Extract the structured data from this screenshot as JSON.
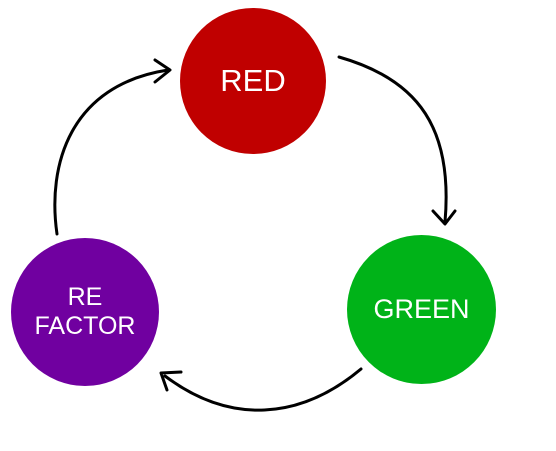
{
  "diagram": {
    "nodes": {
      "red": {
        "label": "RED",
        "color": "#c00000"
      },
      "green": {
        "label": "GREEN",
        "color": "#00b318"
      },
      "refactor": {
        "line1": "RE",
        "line2": "FACTOR",
        "color": "#7000a0"
      }
    },
    "arrow_color": "#000000",
    "flow": [
      "RED",
      "GREEN",
      "REFACTOR",
      "RED"
    ]
  }
}
